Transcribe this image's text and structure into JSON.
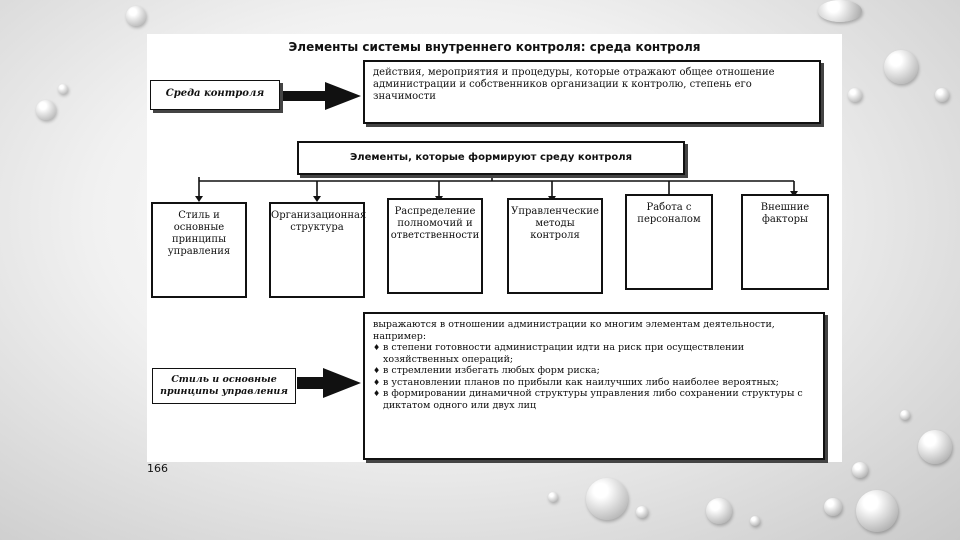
{
  "title": "Элементы системы внутреннего контроля: среда контроля",
  "control_env_label": "Среда контроля",
  "control_env_desc": "действия, мероприятия и процедуры, которые отражают общее отношение администрации и собственников организации к контролю, степень его значимости",
  "elements_header": "Элементы, которые формируют среду контроля",
  "categories": [
    "Стиль и основные принципы управления",
    "Организационная структура",
    "Распределение полномочий и ответственности",
    "Управленческие методы контроля",
    "Работа с персоналом",
    "Внешние факторы"
  ],
  "style_label": "Стиль и основные принципы управления",
  "style_intro": "выражаются в отношении администрации ко многим элементам деятельности, например:",
  "style_bullets": [
    "в степени готовности администрации идти на риск при осуществлении хозяйственных операций;",
    "в стремлении избегать любых форм риска;",
    "в установлении планов по прибыли как наилучших либо наиболее вероятных;",
    "в формировании динамичной структуры управления либо сохранении структуры с диктатом одного или двух лиц"
  ],
  "page_number": "166"
}
